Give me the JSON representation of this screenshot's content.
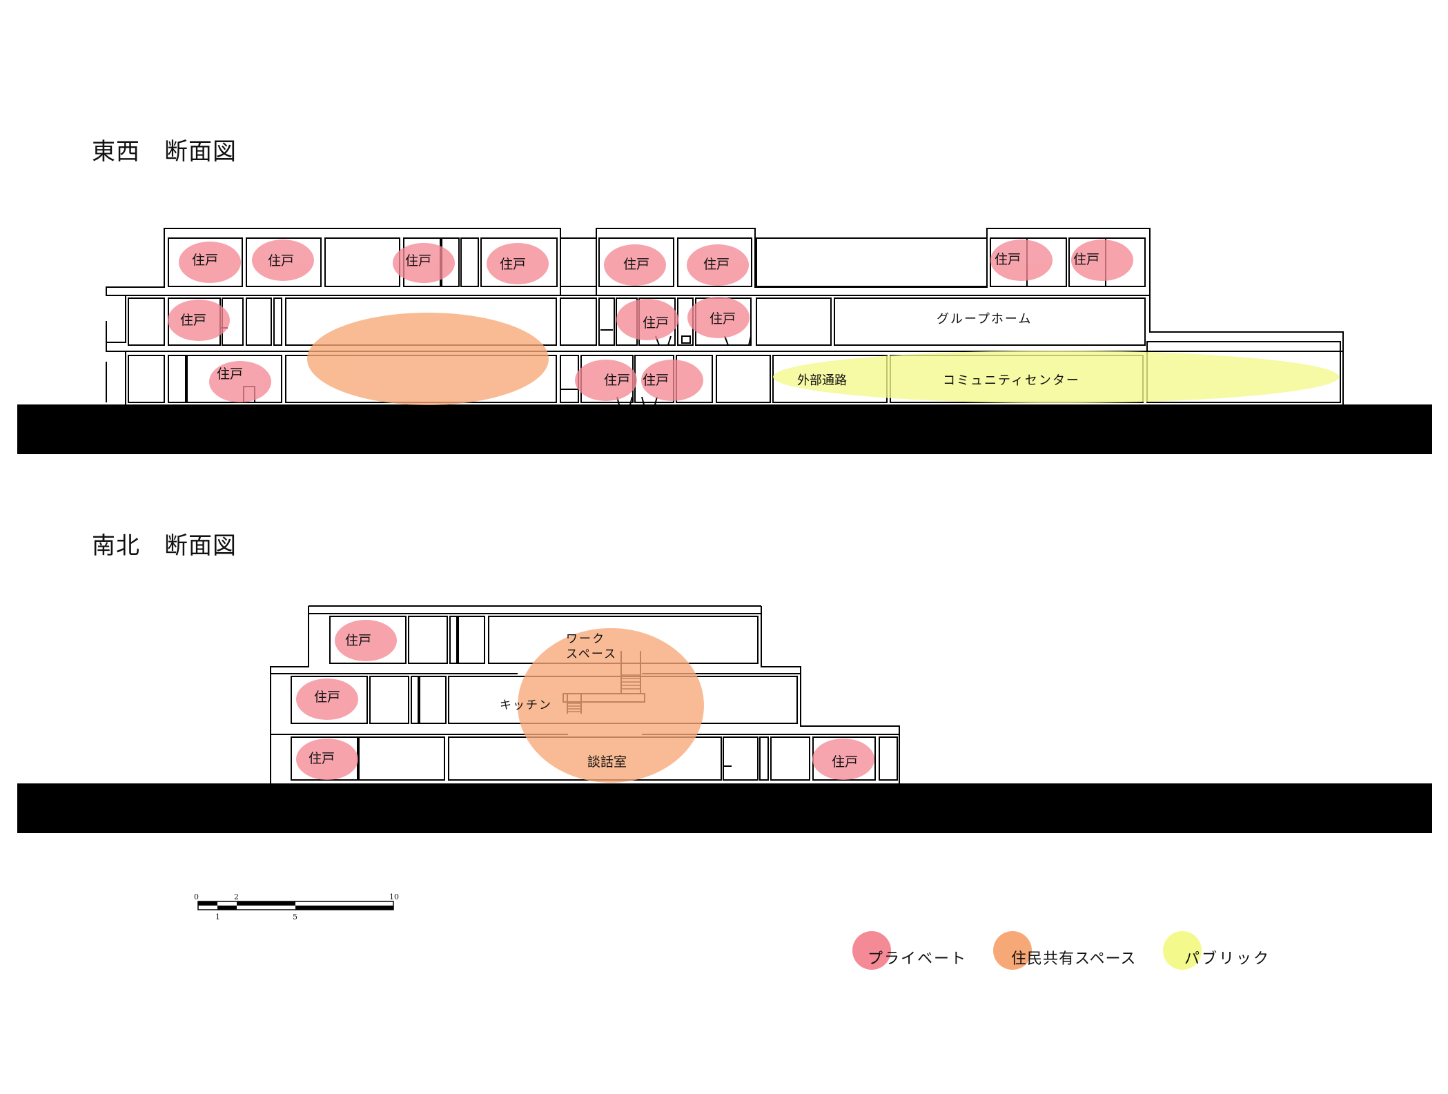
{
  "sections": {
    "east_west": {
      "title": "東西　断面図"
    },
    "north_south": {
      "title": "南北　断面図"
    }
  },
  "labels": {
    "unit": "住戸",
    "group_home": "グループホーム",
    "outer_passage": "外部通路",
    "community_center": "コミュニティセンター",
    "workspace_line1": "ワーク",
    "workspace_line2": "スペース",
    "kitchen": "キッチン",
    "lounge": "談話室"
  },
  "scale_bar": {
    "top_ticks": [
      "0",
      "2",
      "10"
    ],
    "bottom_ticks": [
      "1",
      "5"
    ]
  },
  "legend": [
    {
      "label": "プライベート",
      "color": "#f48a96"
    },
    {
      "label": "住民共有スペース",
      "color": "#f7a877"
    },
    {
      "label": "パブリック",
      "color": "#f3f98a"
    }
  ],
  "colors": {
    "private": "#f48a96",
    "shared": "#f7a877",
    "public": "#f3f98a",
    "ground": "#000000"
  }
}
